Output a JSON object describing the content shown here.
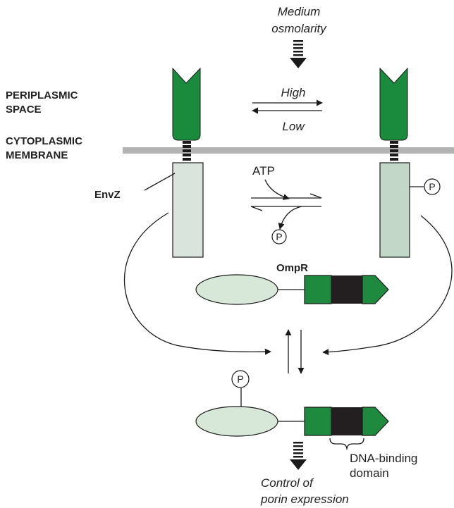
{
  "labels": {
    "medium_line1": "Medium",
    "medium_line2": "osmolarity",
    "periplasmic_line1": "PERIPLASMIC",
    "periplasmic_line2": "SPACE",
    "cytoplasmic_line1": "CYTOPLASMIC",
    "cytoplasmic_line2": "MEMBRANE",
    "high": "High",
    "low": "Low",
    "atp": "ATP",
    "envz": "EnvZ",
    "ompr": "OmpR",
    "phosphate": "P",
    "dna_line1": "DNA-binding",
    "dna_line2": "domain",
    "control_line1": "Control of",
    "control_line2": "porin expression"
  },
  "colors": {
    "receptor_green": "#1a8a3c",
    "domain_green": "#1e8a3e",
    "domain_black": "#231f20",
    "membrane_gray": "#b3b3b3",
    "envz_light": "#d9e5dc",
    "envz_phosphorylated": "#c3d7c8",
    "ompr_ellipse": "#d7e8d9"
  }
}
